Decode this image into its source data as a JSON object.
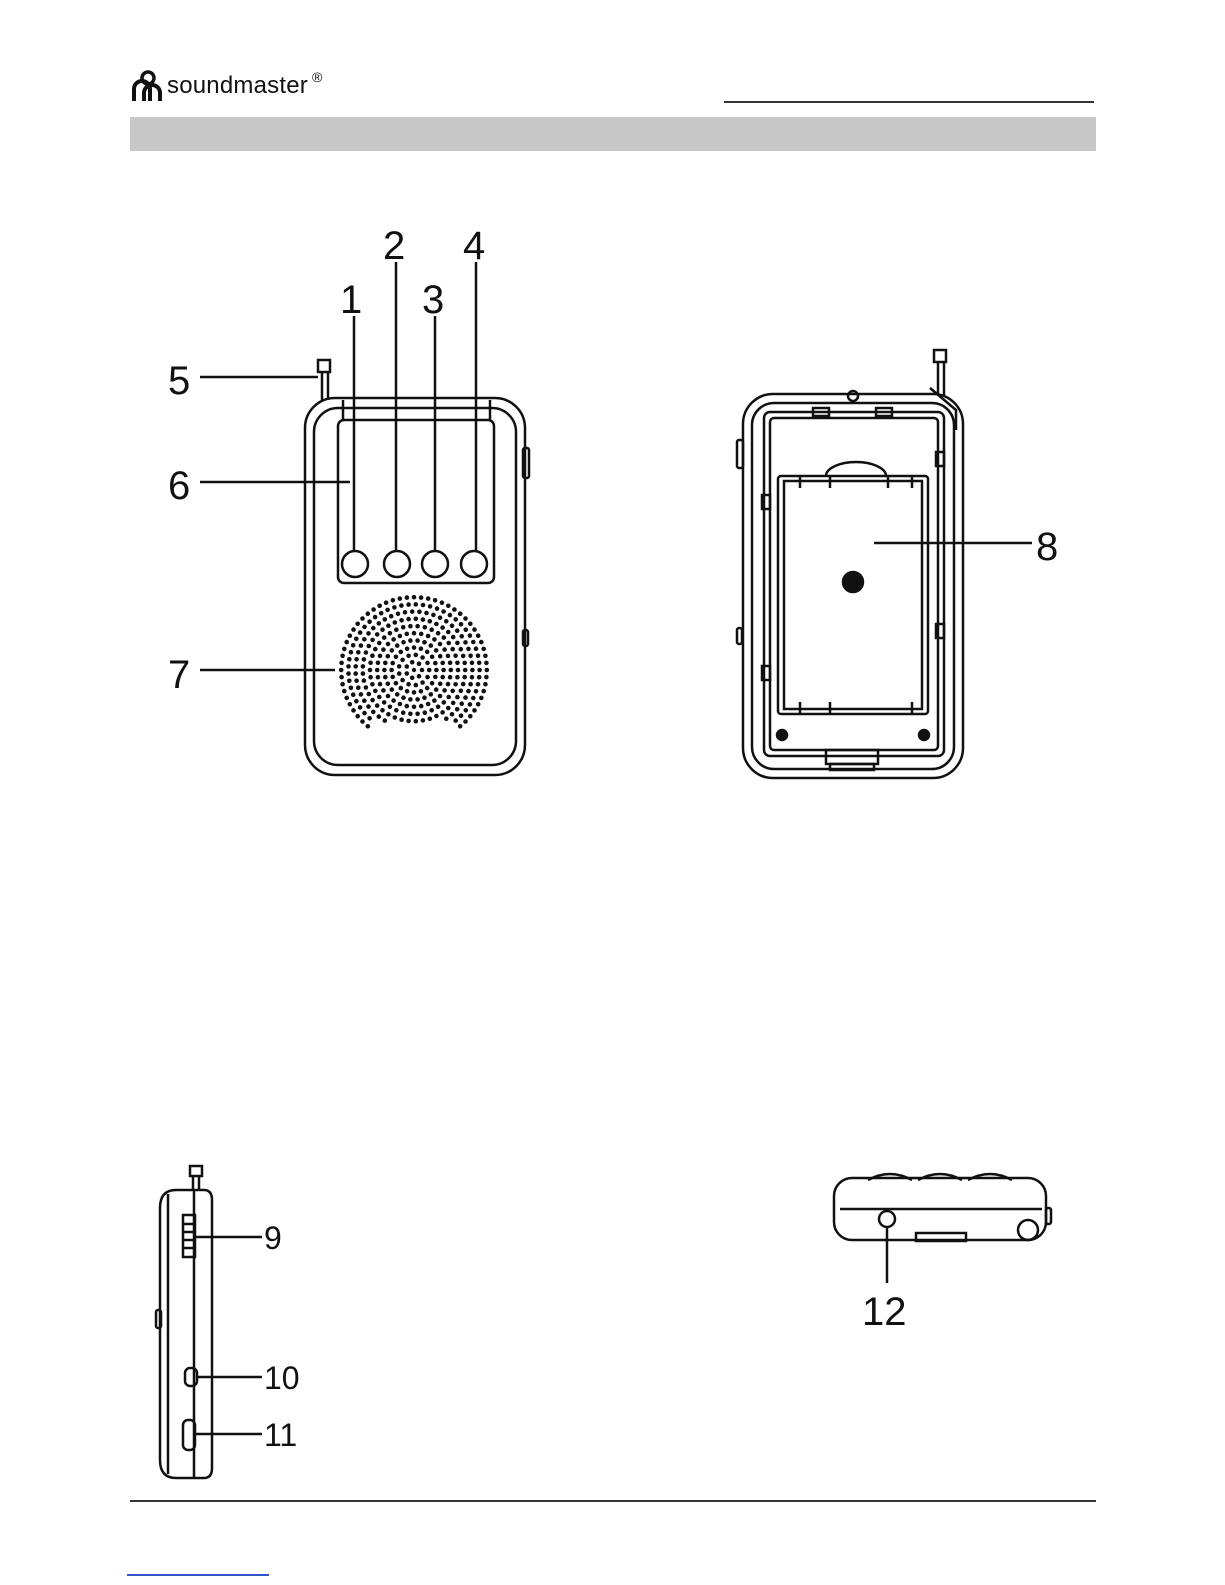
{
  "header": {
    "brand": "soundmaster",
    "registered_mark": "®",
    "logo_icon": "soundmaster-logo-icon"
  },
  "figures": {
    "front_view": {
      "callouts": [
        "1",
        "2",
        "3",
        "4",
        "5",
        "6",
        "7"
      ]
    },
    "back_view": {
      "callouts": [
        "8"
      ]
    },
    "side_view": {
      "callouts": [
        "9",
        "10",
        "11"
      ]
    },
    "bottom_view": {
      "callouts": [
        "12"
      ]
    }
  }
}
